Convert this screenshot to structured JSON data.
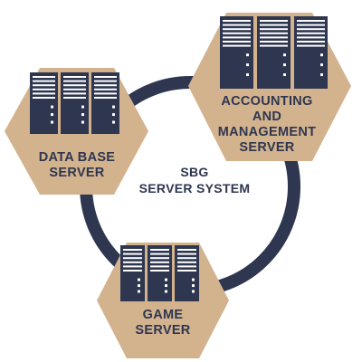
{
  "diagram": {
    "center": {
      "line1": "SBG",
      "line2": "SERVER SYSTEM"
    },
    "nodes": [
      {
        "id": "database",
        "lines": [
          "DATA BASE",
          "SERVER"
        ]
      },
      {
        "id": "accounting",
        "lines": [
          "ACCOUNTING",
          "AND",
          "MANAGEMENT",
          "SERVER"
        ]
      },
      {
        "id": "game",
        "lines": [
          "GAME",
          "SERVER"
        ]
      }
    ]
  },
  "colors": {
    "hexagon_fill": "#d3b28e",
    "ring": "#2e3650",
    "server_body": "#2e3650",
    "server_detail": "#ffffff",
    "text": "#2e3650"
  },
  "icons": {
    "database": "server-rack-icon",
    "accounting": "server-rack-icon",
    "game": "server-rack-icon"
  }
}
